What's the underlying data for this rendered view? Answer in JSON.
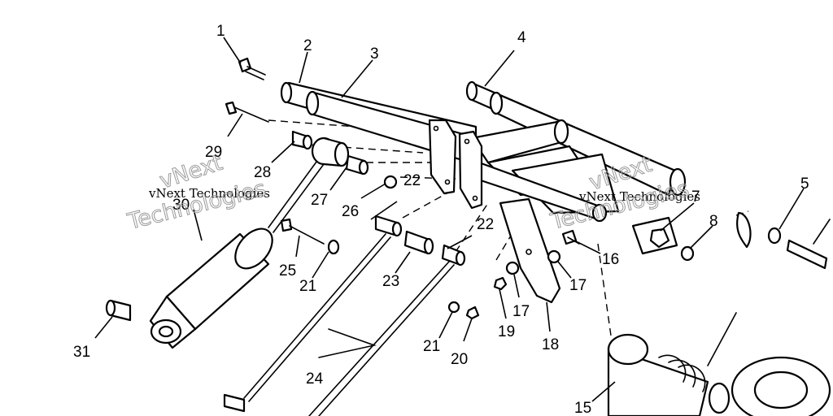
{
  "callouts": [
    "1",
    "2",
    "3",
    "4",
    "5",
    "7",
    "8",
    "29",
    "28",
    "30",
    "27",
    "26",
    "22",
    "22",
    "25",
    "21",
    "23",
    "16",
    "17",
    "17",
    "31",
    "19",
    "21",
    "20",
    "18",
    "24",
    "15"
  ],
  "watermark": {
    "small": "vNext Technologies",
    "large": "Technologies",
    "diag": "vNext",
    "small_right": "vNext Technologies",
    "large_right": "Technologies",
    "diag_right": "vNext"
  }
}
